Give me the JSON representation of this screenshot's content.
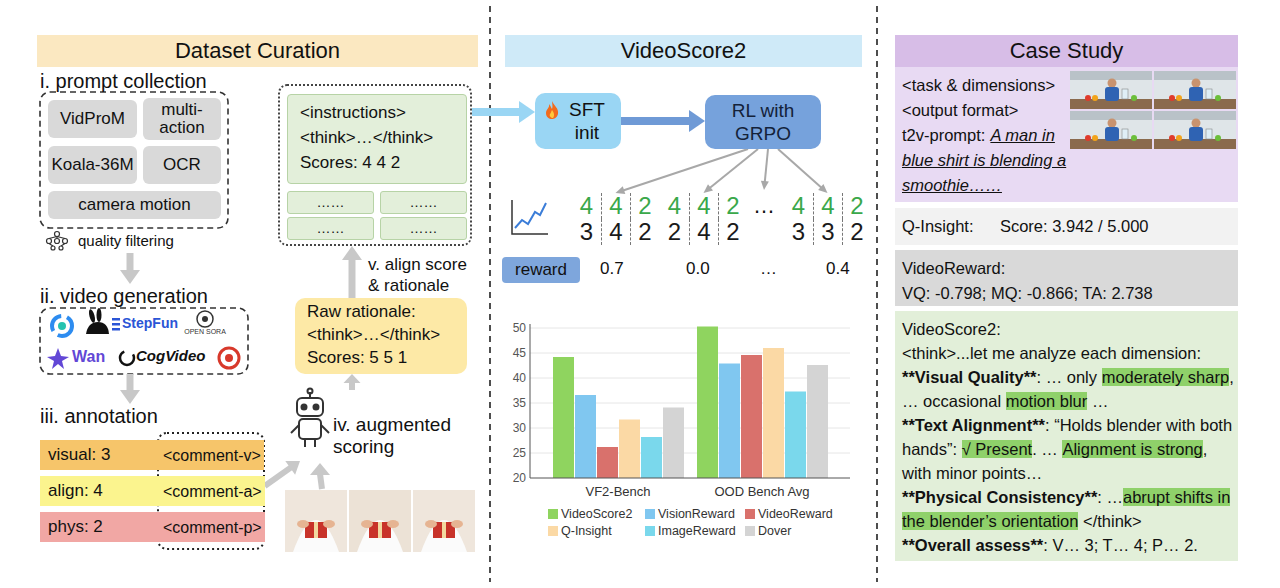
{
  "diagram": {
    "nodes": [
      {
        "text": [
          "Dataset Curation"
        ]
      },
      {
        "text": [
          "i. prompt collection",
          "quality filtering"
        ]
      },
      {
        "text": [
          "VidProM"
        ],
        "in": 1
      },
      {
        "text": [
          "multi-action"
        ],
        "in": 1
      },
      {
        "text": [
          "Koala-36M"
        ],
        "in": 1
      },
      {
        "text": [
          "OCR"
        ],
        "in": 1
      },
      {
        "text": [
          "camera motion"
        ],
        "in": 1
      },
      {
        "text": [
          "ii. video generation",
          "StepFun",
          "OPEN SORA",
          "Wan",
          "CogVideo"
        ]
      },
      {
        "text": [
          "iii. annotation"
        ]
      },
      {
        "text": [
          "visual: 3",
          "<comment-v>"
        ],
        "in": 8
      },
      {
        "text": [
          "align: 4",
          "<comment-a>"
        ],
        "in": 8
      },
      {
        "text": [
          "phys: 2",
          "<comment-p>"
        ],
        "in": 8
      },
      {
        "text": []
      },
      {
        "text": [
          "<instructions>",
          "<think>…</think>",
          "Scores: 4 4 2"
        ],
        "in": 12
      },
      {
        "text": [
          "……"
        ],
        "in": 12
      },
      {
        "text": [
          "……"
        ],
        "in": 12
      },
      {
        "text": [
          "……"
        ],
        "in": 12
      },
      {
        "text": [
          "……"
        ],
        "in": 12
      },
      {
        "text": [
          "Raw rationale:",
          "<think>…</think>",
          "Scores: 5 5 1"
        ]
      },
      {
        "text": [
          "iv. augmented scoring"
        ]
      },
      {
        "text": [
          "VideoScore2"
        ]
      },
      {
        "text": [
          "SFT init"
        ]
      },
      {
        "text": [
          "RL with GRPO"
        ]
      },
      {
        "text": [
          "4",
          "4",
          "2",
          "3",
          "4",
          "2"
        ]
      },
      {
        "text": [
          "4",
          "4",
          "2",
          "2",
          "4",
          "2"
        ]
      },
      {
        "text": [
          "…"
        ]
      },
      {
        "text": [
          "4",
          "4",
          "2",
          "3",
          "3",
          "2"
        ]
      },
      {
        "text": [
          "reward"
        ]
      },
      {
        "text": [
          "Case Study"
        ]
      },
      {
        "text": [
          "<task & dimensions>",
          "<output format>",
          "t2v-prompt:",
          "A man in blue shirt is blending a smoothie……"
        ]
      },
      {
        "text": [
          "Q-Insight:",
          "Score: 3.942 / 5.000"
        ]
      },
      {
        "text": [
          "VideoReward:",
          "VQ: -0.798; MQ: -0.866; TA: 2.738"
        ]
      },
      {
        "text": [
          "VideoScore2:",
          "<think>...let me analyze each dimension:",
          "**Visual Quality**",
          ": … only",
          "moderately sharp",
          ", … occasional",
          "motion blur",
          "…",
          "**Text Alignment**",
          ": “Holds blender with both hands”:",
          "√ Present",
          ". …",
          "Alignment is strong",
          ", with minor points…",
          "**Physical Consistency**",
          ": …",
          "abrupt shifts in the blender’s orientation",
          "</think>",
          "**Overall assess**",
          ": V… 3; T… 4; P… 2."
        ]
      }
    ],
    "edges": [
      {
        "from": 1,
        "to": 7,
        "arrow": "to"
      },
      {
        "from": 7,
        "to": 8,
        "arrow": "to"
      },
      {
        "from": 10,
        "to": 19,
        "arrow": "to"
      },
      {
        "from": 19,
        "to": 18,
        "arrow": "to"
      },
      {
        "from": 18,
        "to": 12,
        "arrow": "to"
      },
      {
        "from": 12,
        "to": 21,
        "arrow": "to"
      },
      {
        "from": 21,
        "to": 22,
        "arrow": "to"
      },
      {
        "from": 22,
        "to": 23,
        "arrow": "to"
      },
      {
        "from": 22,
        "to": 24,
        "arrow": "to"
      },
      {
        "from": 22,
        "to": 25,
        "arrow": "to"
      },
      {
        "from": 22,
        "to": 26,
        "arrow": "to"
      }
    ],
    "labels": [
      "v. align score & rationale",
      "0.7",
      "0.0",
      "…",
      "0.4",
      "50",
      "45",
      "40",
      "35",
      "30",
      "25",
      "20",
      "VF2-Bench",
      "OOD Bench Avg"
    ],
    "legend": [
      {
        "text": "VideoScore2",
        "color": "#8fd45f"
      },
      {
        "text": "VisionReward",
        "color": "#80c7f0"
      },
      {
        "text": "VideoReward",
        "color": "#d9716c"
      },
      {
        "text": "Q-Insight",
        "color": "#fbd9a5"
      },
      {
        "text": "ImageReward",
        "color": "#7ad8ec"
      },
      {
        "text": "Dover",
        "color": "#d4d4d4"
      }
    ]
  }
}
